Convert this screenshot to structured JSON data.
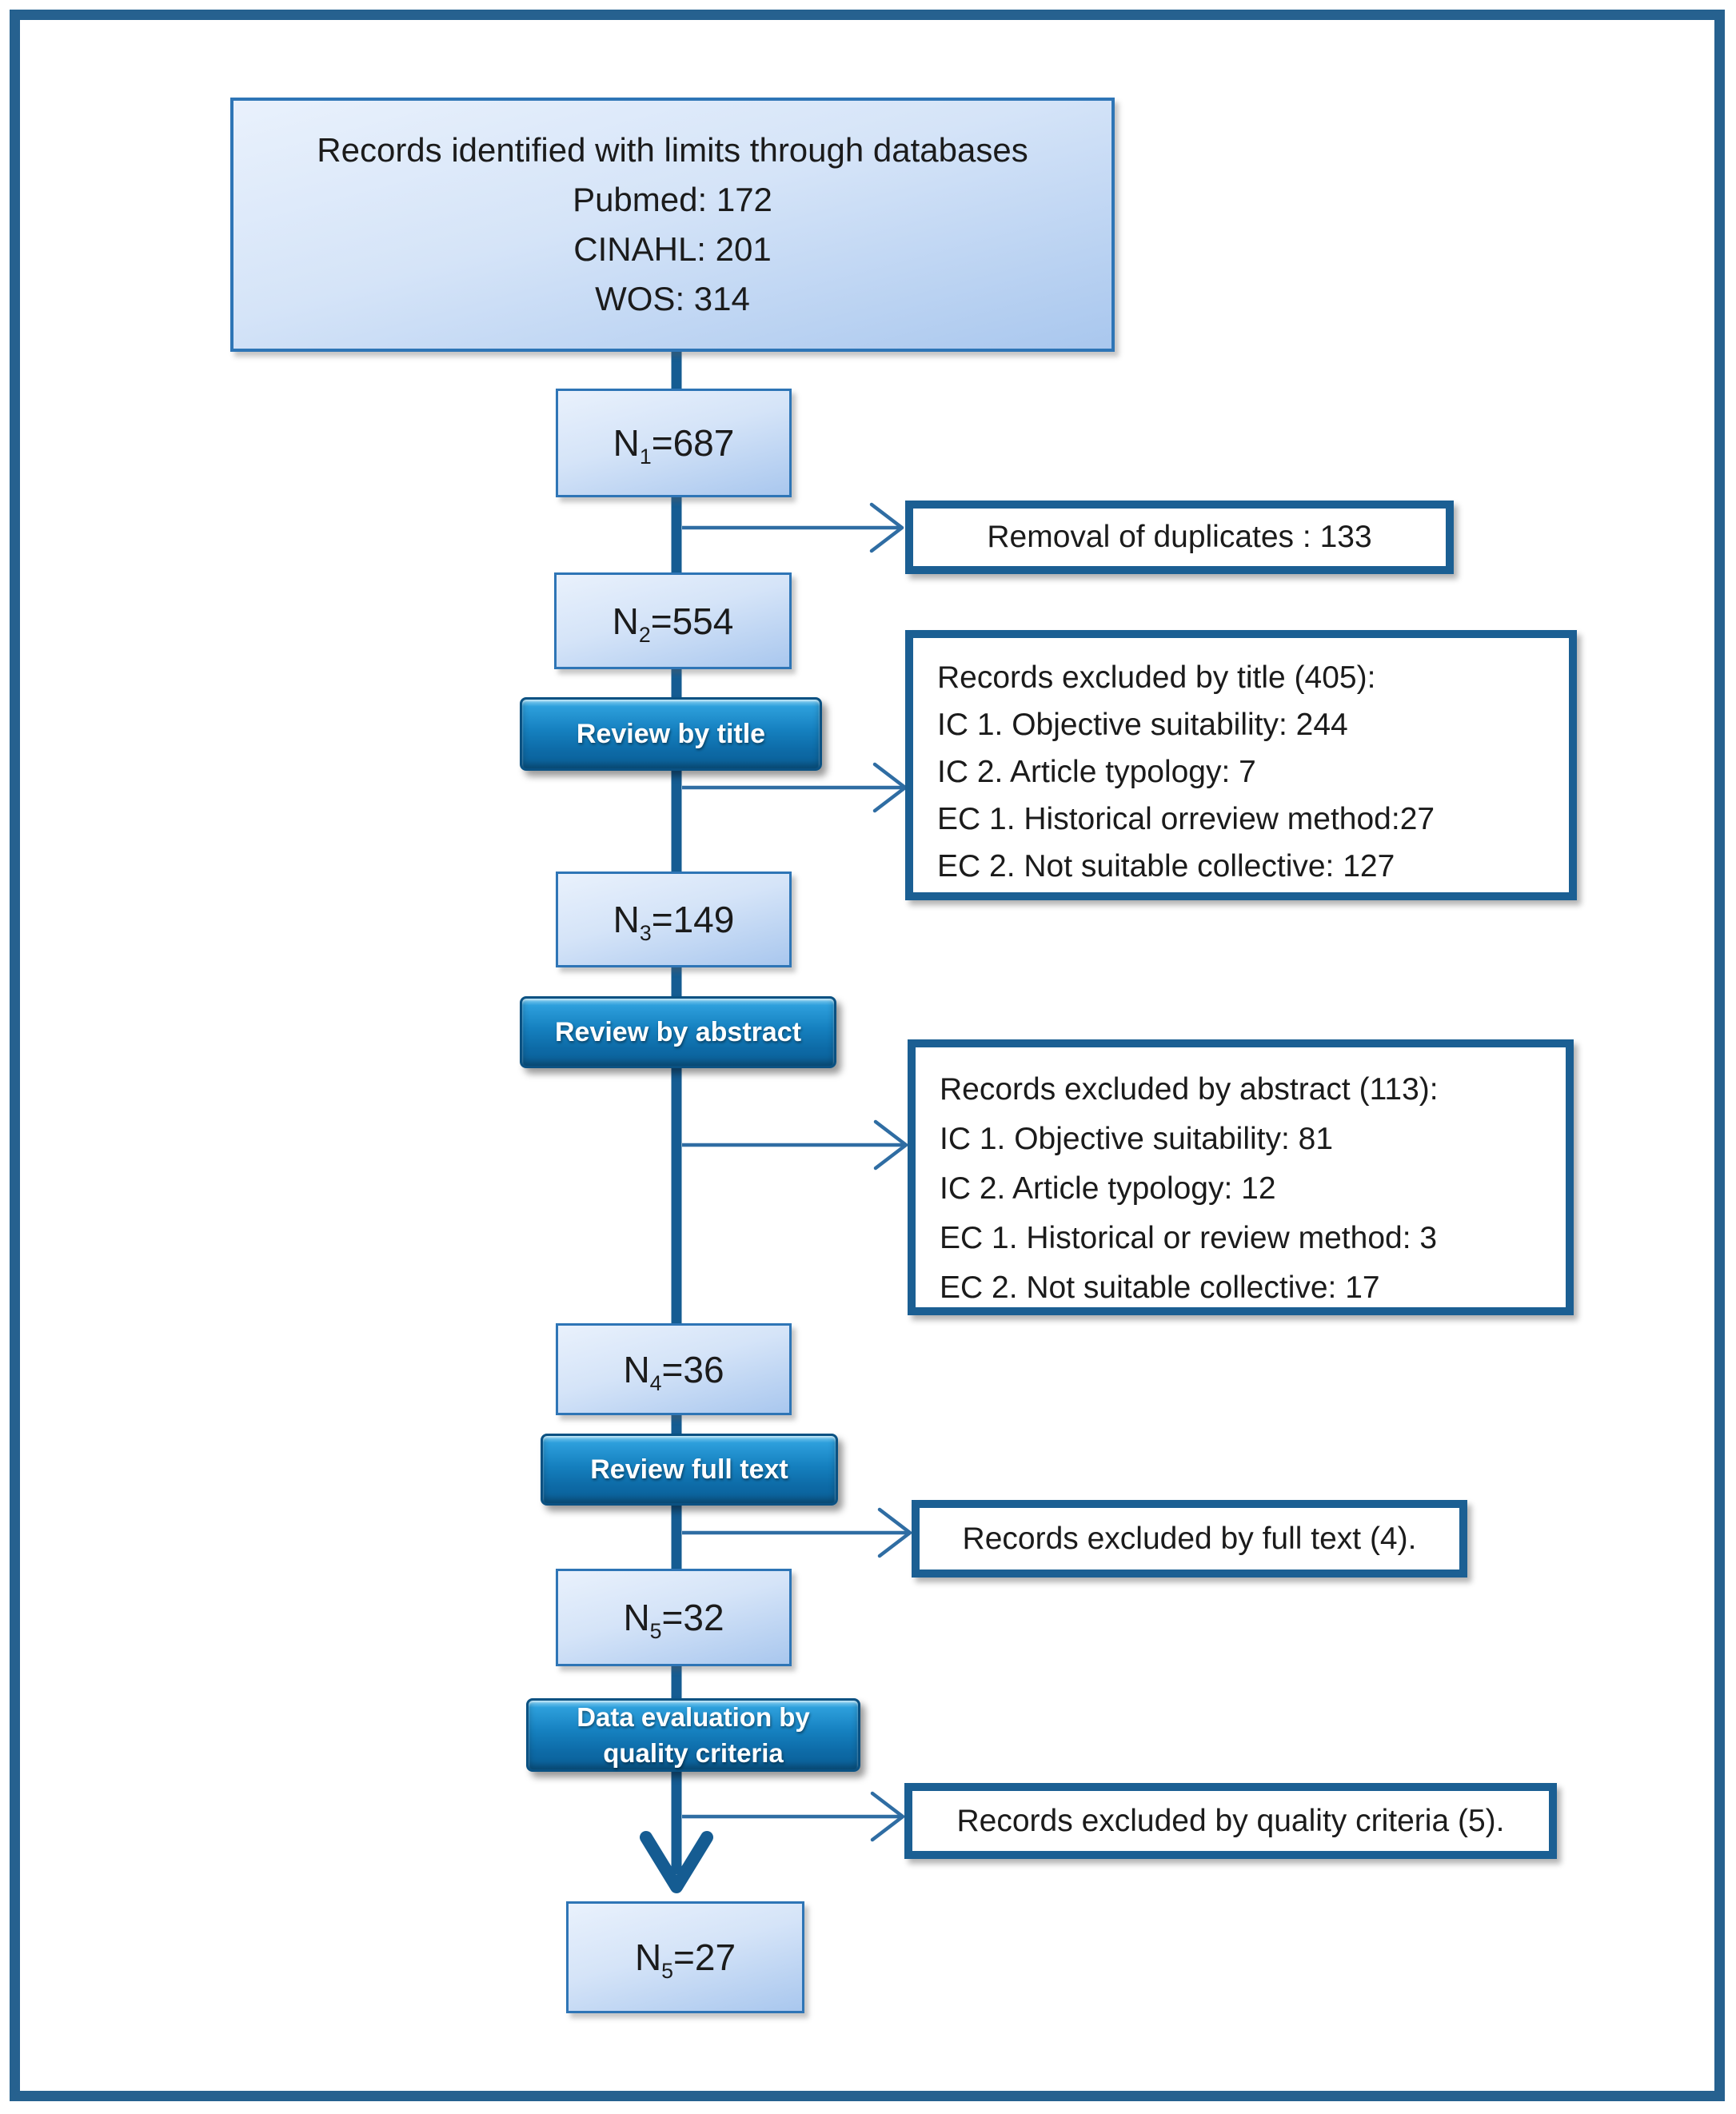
{
  "colors": {
    "frame_border": "#26618F",
    "connector": "#155C92",
    "arrow": "#2F6DA3",
    "node_border": "#2E75B6",
    "node_fill_top": "#E9F1FC",
    "node_fill_bottom": "#A9C7EE",
    "button_fill_bottom": "#0B6098",
    "button_border": "#0A5182",
    "exclusion_border": "#1B5F93",
    "text": "#1B1B1B"
  },
  "source_box": {
    "line1": "Records identified with limits through databases",
    "line2": "Pubmed: 172",
    "line3": "CINAHL: 201",
    "line4": "WOS: 314"
  },
  "count_boxes": {
    "n1": {
      "base": "N",
      "sub": "1",
      "value": "=687"
    },
    "n2": {
      "base": "N",
      "sub": "2",
      "value": "=554"
    },
    "n3": {
      "base": "N",
      "sub": "3",
      "value": "=149"
    },
    "n4": {
      "base": "N",
      "sub": "4",
      "value": "=36"
    },
    "n5": {
      "base": "N",
      "sub": "5",
      "value": "=32"
    },
    "n_final": {
      "base": "N",
      "sub": "5",
      "value": "=27"
    }
  },
  "process_buttons": {
    "review_title": "Review by title",
    "review_abstract": "Review by abstract",
    "review_fulltext": "Review full text",
    "quality_line1": "Data evaluation by",
    "quality_line2": "quality criteria"
  },
  "exclusion_boxes": {
    "duplicates": "Removal of duplicates : 133",
    "by_title": {
      "lines": [
        "Records excluded by title (405):",
        "IC 1. Objective suitability: 244",
        "IC 2. Article typology: 7",
        "EC 1. Historical orreview method:27",
        "EC 2. Not suitable collective: 127"
      ]
    },
    "by_abstract": {
      "lines": [
        "Records excluded by abstract (113):",
        "IC 1. Objective suitability: 81",
        "IC 2. Article typology: 12",
        "EC 1. Historical or review method: 3",
        "EC 2. Not suitable collective: 17"
      ]
    },
    "by_fulltext": "Records excluded by full text (4).",
    "by_quality": "Records excluded by quality criteria (5)."
  }
}
